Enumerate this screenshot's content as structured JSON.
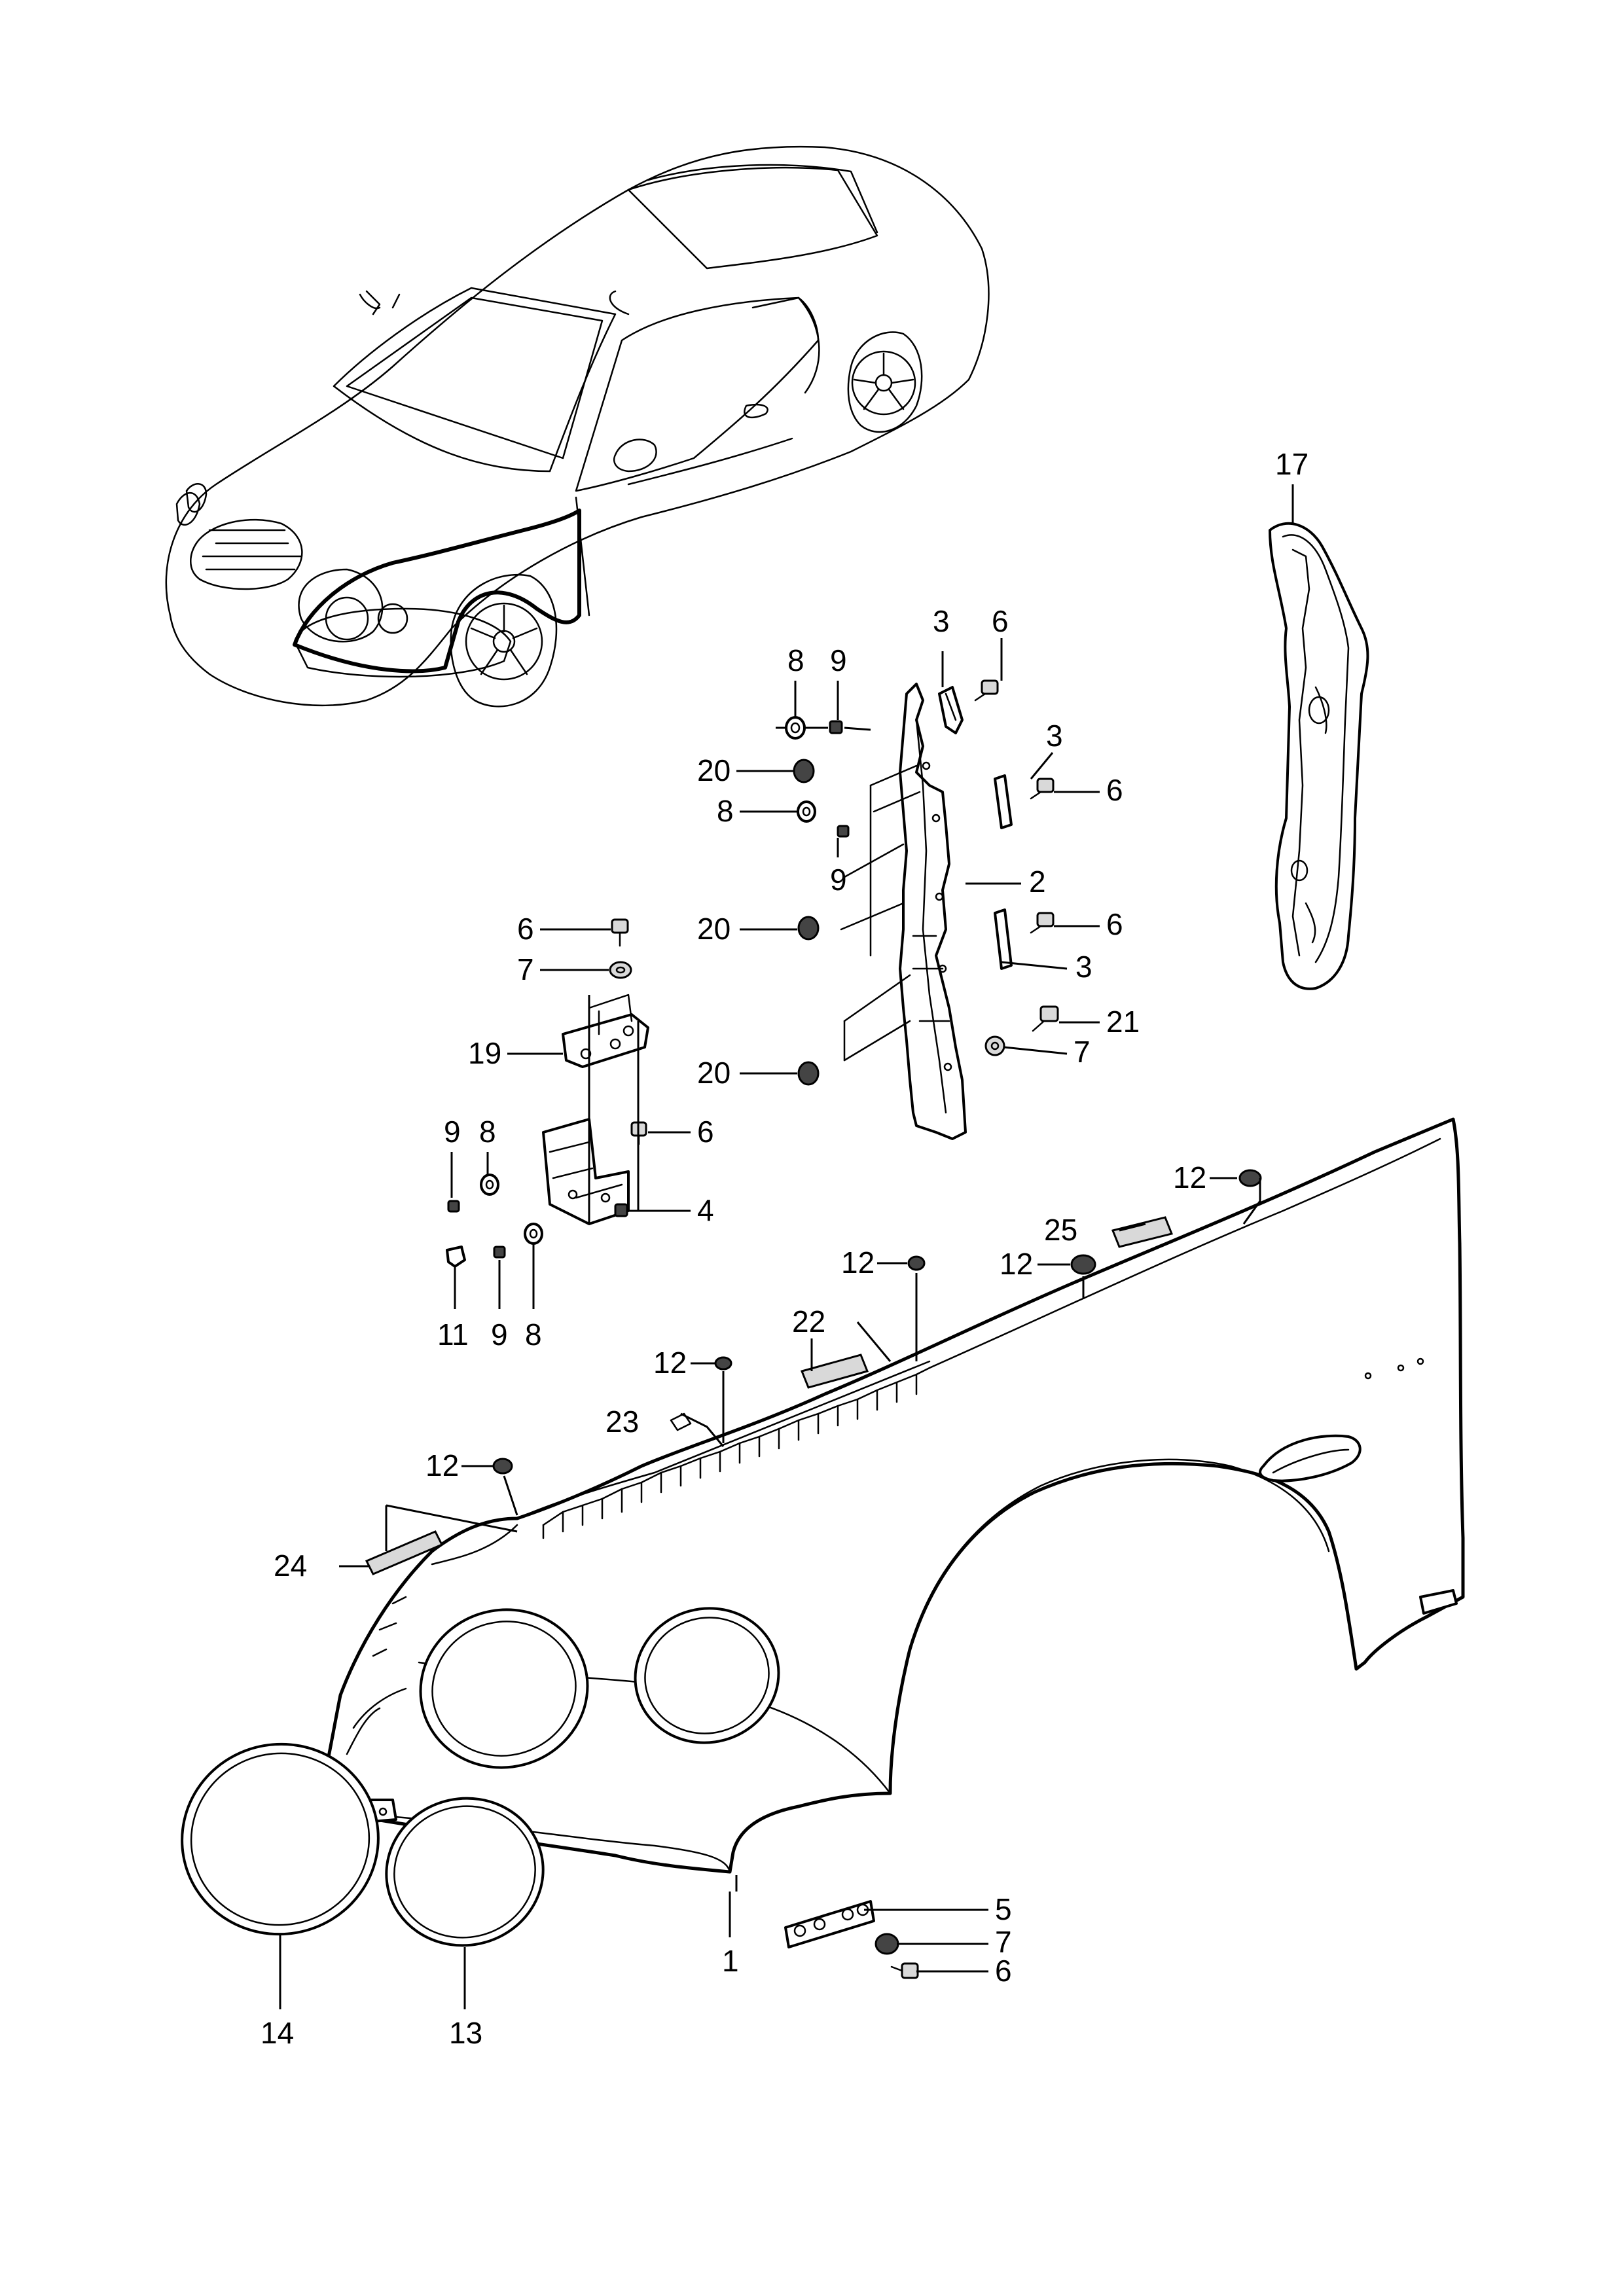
{
  "callouts": [
    {
      "id": "c1",
      "text": "1"
    },
    {
      "id": "c2",
      "text": "2"
    },
    {
      "id": "c3a",
      "text": "3"
    },
    {
      "id": "c3b",
      "text": "3"
    },
    {
      "id": "c3c",
      "text": "3"
    },
    {
      "id": "c4",
      "text": "4"
    },
    {
      "id": "c5",
      "text": "5"
    },
    {
      "id": "c6a",
      "text": "6"
    },
    {
      "id": "c6b",
      "text": "6"
    },
    {
      "id": "c6c",
      "text": "6"
    },
    {
      "id": "c6d",
      "text": "6"
    },
    {
      "id": "c6e",
      "text": "6"
    },
    {
      "id": "c6f",
      "text": "6"
    },
    {
      "id": "c7a",
      "text": "7"
    },
    {
      "id": "c7b",
      "text": "7"
    },
    {
      "id": "c7c",
      "text": "7"
    },
    {
      "id": "c8a",
      "text": "8"
    },
    {
      "id": "c8b",
      "text": "8"
    },
    {
      "id": "c8c",
      "text": "8"
    },
    {
      "id": "c8d",
      "text": "8"
    },
    {
      "id": "c9a",
      "text": "9"
    },
    {
      "id": "c9b",
      "text": "9"
    },
    {
      "id": "c9c",
      "text": "9"
    },
    {
      "id": "c9d",
      "text": "9"
    },
    {
      "id": "c11",
      "text": "11"
    },
    {
      "id": "c12a",
      "text": "12"
    },
    {
      "id": "c12b",
      "text": "12"
    },
    {
      "id": "c12c",
      "text": "12"
    },
    {
      "id": "c12d",
      "text": "12"
    },
    {
      "id": "c12e",
      "text": "12"
    },
    {
      "id": "c13",
      "text": "13"
    },
    {
      "id": "c14",
      "text": "14"
    },
    {
      "id": "c17",
      "text": "17"
    },
    {
      "id": "c19",
      "text": "19"
    },
    {
      "id": "c20a",
      "text": "20"
    },
    {
      "id": "c20b",
      "text": "20"
    },
    {
      "id": "c20c",
      "text": "20"
    },
    {
      "id": "c21",
      "text": "21"
    },
    {
      "id": "c22",
      "text": "22"
    },
    {
      "id": "c23",
      "text": "23"
    },
    {
      "id": "c24",
      "text": "24"
    },
    {
      "id": "c25",
      "text": "25"
    }
  ]
}
